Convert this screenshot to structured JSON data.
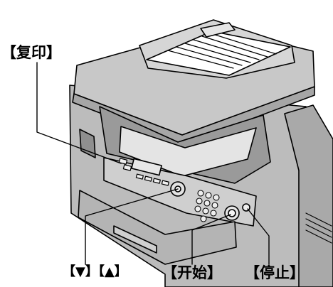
{
  "labels": {
    "copy": "【复印】",
    "updown": "【▼】【▲】",
    "start": "【开始】",
    "stop": "【停止】"
  }
}
